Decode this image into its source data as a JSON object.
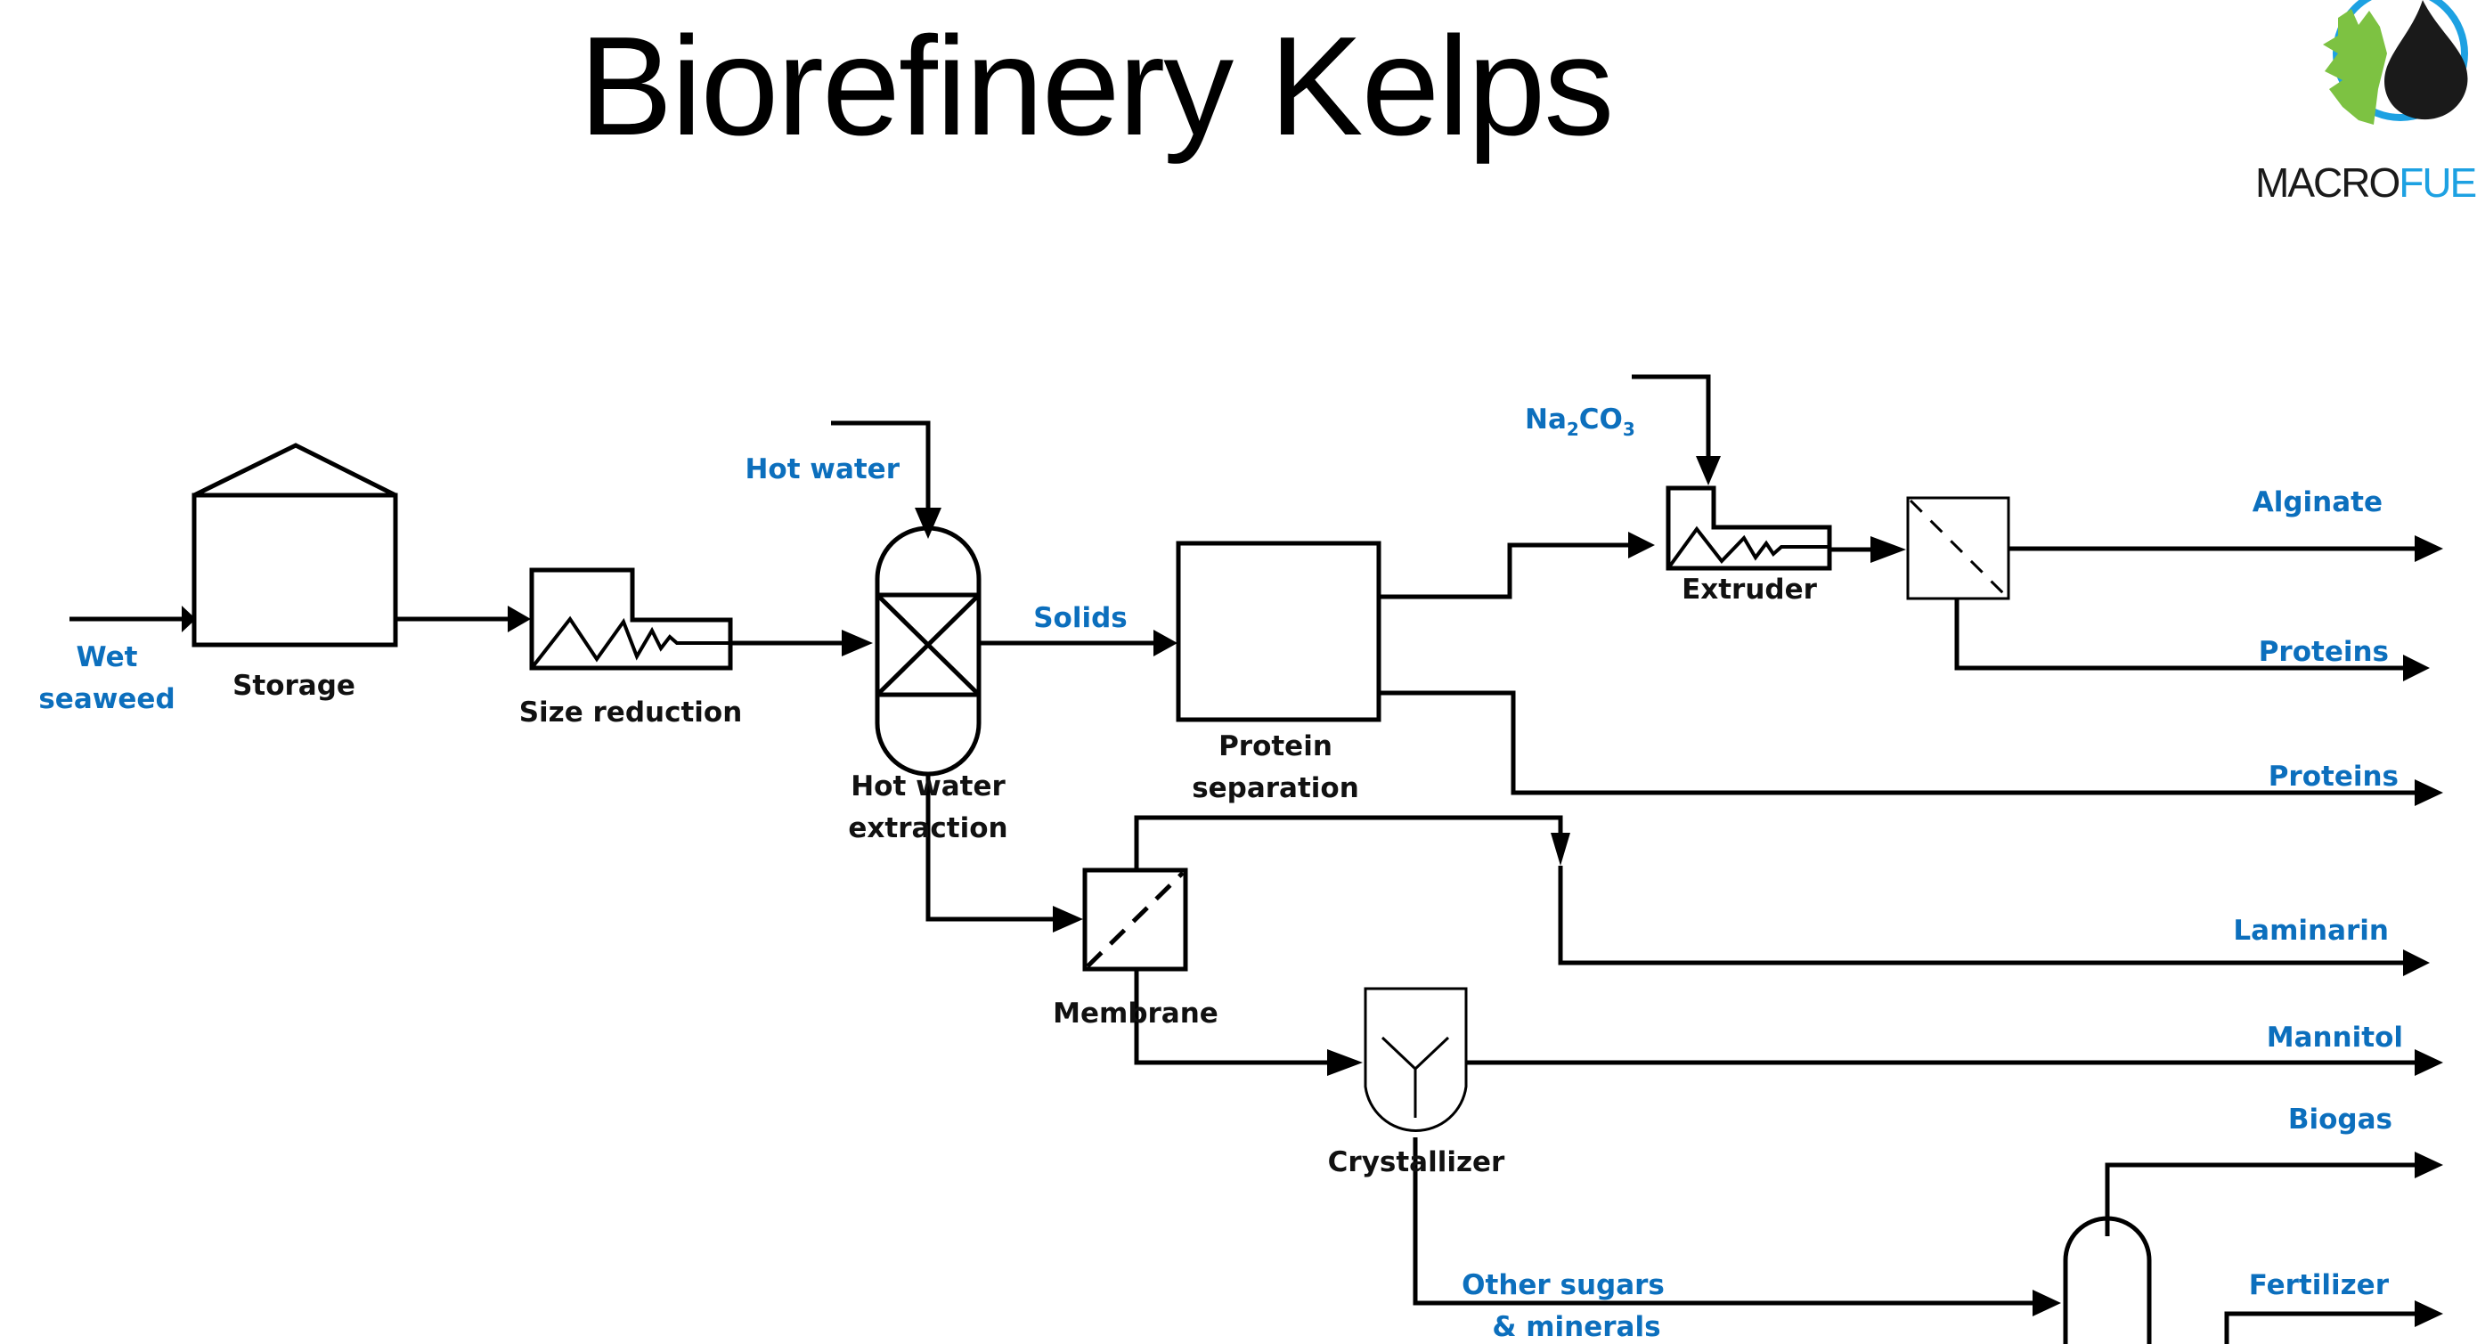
{
  "slide": {
    "title": "Biorefinery Kelps",
    "logo": {
      "text_dark": "MACRO",
      "text_blue": "FUE",
      "colors": {
        "ring": "#1da1e2",
        "leaf": "#7dc242",
        "drop": "#1a1a1a"
      }
    }
  },
  "units": {
    "storage": "Storage",
    "size_reduction": "Size reduction",
    "hot_water_extraction": [
      "Hot water",
      "extraction"
    ],
    "protein_separation": [
      "Protein",
      "separation"
    ],
    "extruder": "Extruder",
    "membrane": "Membrane",
    "crystallizer": "Crystallizer"
  },
  "streams": {
    "inputs": {
      "wet_seaweed": [
        "Wet",
        "seaweed"
      ],
      "hot_water": "Hot water",
      "na2co3": {
        "base": "Na",
        "sub1": "2",
        "mid": "CO",
        "sub2": "3"
      }
    },
    "intermediate": {
      "solids": "Solids",
      "other_sugars": [
        "Other sugars",
        "& minerals"
      ]
    },
    "products": {
      "alginate": "Alginate",
      "proteins_1": "Proteins",
      "proteins_2": "Proteins",
      "laminarin": "Laminarin",
      "mannitol": "Mannitol",
      "biogas": "Biogas",
      "fertilizer": "Fertilizer"
    }
  },
  "colors": {
    "stream_label": "#0c6fbd",
    "unit_label": "#111111",
    "line": "#000000"
  }
}
